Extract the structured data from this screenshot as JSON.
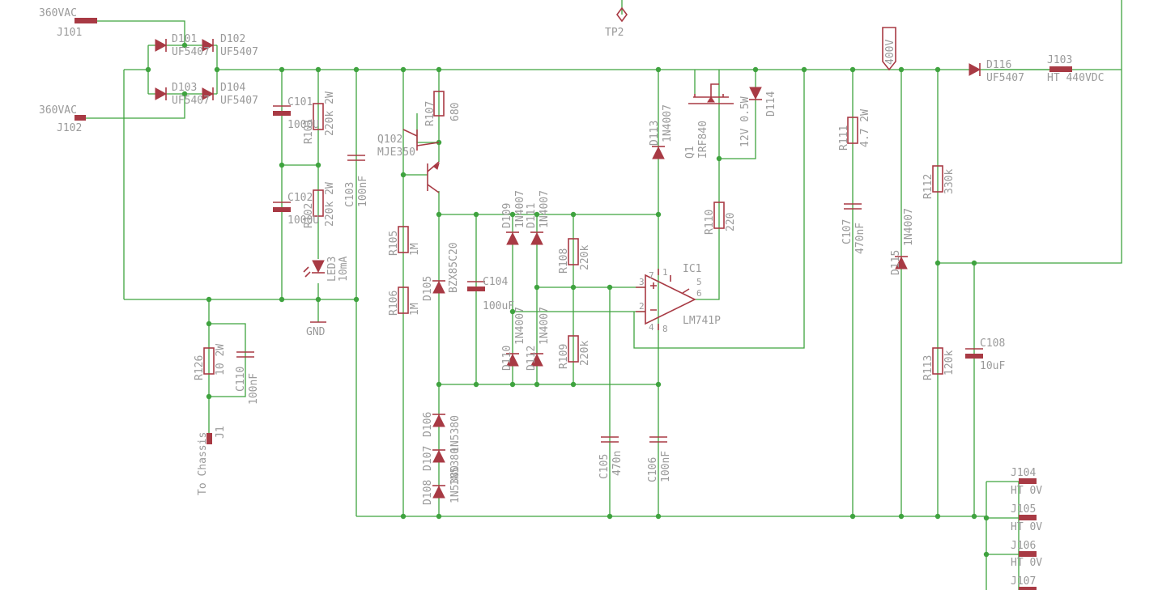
{
  "labels": {
    "j101_val": "360VAC",
    "j101": "J101",
    "j102_val": "360VAC",
    "j102": "J102",
    "tp2": "TP2",
    "d101": "D101",
    "d101_val": "UF5407",
    "d102": "D102",
    "d102_val": "UF5407",
    "d103": "D103",
    "d103_val": "UF5407",
    "d104": "D104",
    "d104_val": "UF5407",
    "c101": "C101",
    "c101_val": "1000U",
    "r101": "R101",
    "r101_val": "220k 2W",
    "c102": "C102",
    "c102_val": "1000U",
    "r102": "R102",
    "r102_val": "220k 2W",
    "led3": "LED3",
    "led3_val": "10mA",
    "gnd": "GND",
    "c103": "C103",
    "c103_val": "100nF",
    "q102": "Q102",
    "q102_val": "MJE350",
    "r107": "R107",
    "r107_val": "680",
    "r105": "R105",
    "r105_val": "1M",
    "r106": "R106",
    "r106_val": "1M",
    "d105": "D105",
    "d105_val": "BZX85C20",
    "c104": "C104",
    "c104_val": "100uF",
    "d106": "D106",
    "d106_val": "1N5380",
    "d107": "D107",
    "d107_val": "1N5380",
    "d108": "D108",
    "d108_val": "1N5380",
    "d109": "D109",
    "d109_val": "1N4007",
    "d111": "D111",
    "d111_val": "1N4007",
    "d110": "D110",
    "d110_val": "1N4007",
    "d112": "D112",
    "d112_val": "1N4007",
    "r108": "R108",
    "r108_val": "220k",
    "r109": "R109",
    "r109_val": "220k",
    "c105": "C105",
    "c105_val": "470n",
    "c106": "C106",
    "c106_val": "100nF",
    "d113": "D113",
    "d113_val": "1N4007",
    "ic1": "IC1",
    "ic1_val": "LM741P",
    "pin3": "3",
    "pin2": "2",
    "pin7": "7",
    "pin1": "1",
    "pin5": "5",
    "pin6": "6",
    "pin4": "4",
    "pin8": "8",
    "q1": "Q1",
    "q1_val": "IRF840",
    "d114": "D114",
    "d114_val": "12V 0.5W",
    "r110": "R110",
    "r110_val": "220",
    "r111": "R111",
    "r111_val": "4.7 2W",
    "c107": "C107",
    "c107_val": "470nF",
    "d115": "D115",
    "d115_val": "1N4007",
    "tag400": "400V",
    "d116": "D116",
    "d116_val": "UF5407",
    "j103": "J103",
    "j103_val": "HT 440VDC",
    "r112": "R112",
    "r112_val": "330k",
    "r113": "R113",
    "r113_val": "120k",
    "c108": "C108",
    "c108_val": "10uF",
    "r126": "R126",
    "r126_val": "10 2W",
    "c110": "C110",
    "c110_val": "100nF",
    "j1": "J1",
    "j1_val": "To Chassis",
    "j104": "J104",
    "j104_val": "HT 0V",
    "j105": "J105",
    "j105_val": "HT 0V",
    "j106": "J106",
    "j106_val": "HT 0V",
    "j107": "J107"
  }
}
